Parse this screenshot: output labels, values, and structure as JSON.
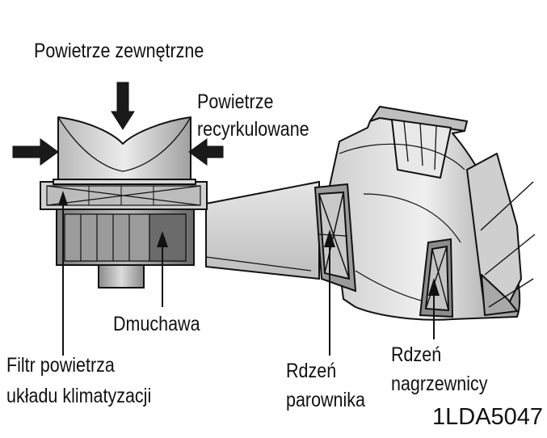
{
  "labels": {
    "outside_air": "Powietrze zewnętrzne",
    "recirc_line1": "Powietrze",
    "recirc_line2": "recyrkulowane",
    "blower": "Dmuchawa",
    "filter_line1": "Filtr powietrza",
    "filter_line2": "układu klimatyzacji",
    "evaporator_line1": "Rdzeń",
    "evaporator_line2": "parownika",
    "heater_line1": "Rdzeń",
    "heater_line2": "nagrzewnicy"
  },
  "figure_code": "1LDA5047",
  "colors": {
    "outline": "#111111",
    "light_gray": "#d9d9d9",
    "mid_gray": "#a8a8a8",
    "dark_gray": "#6e6e6e"
  }
}
